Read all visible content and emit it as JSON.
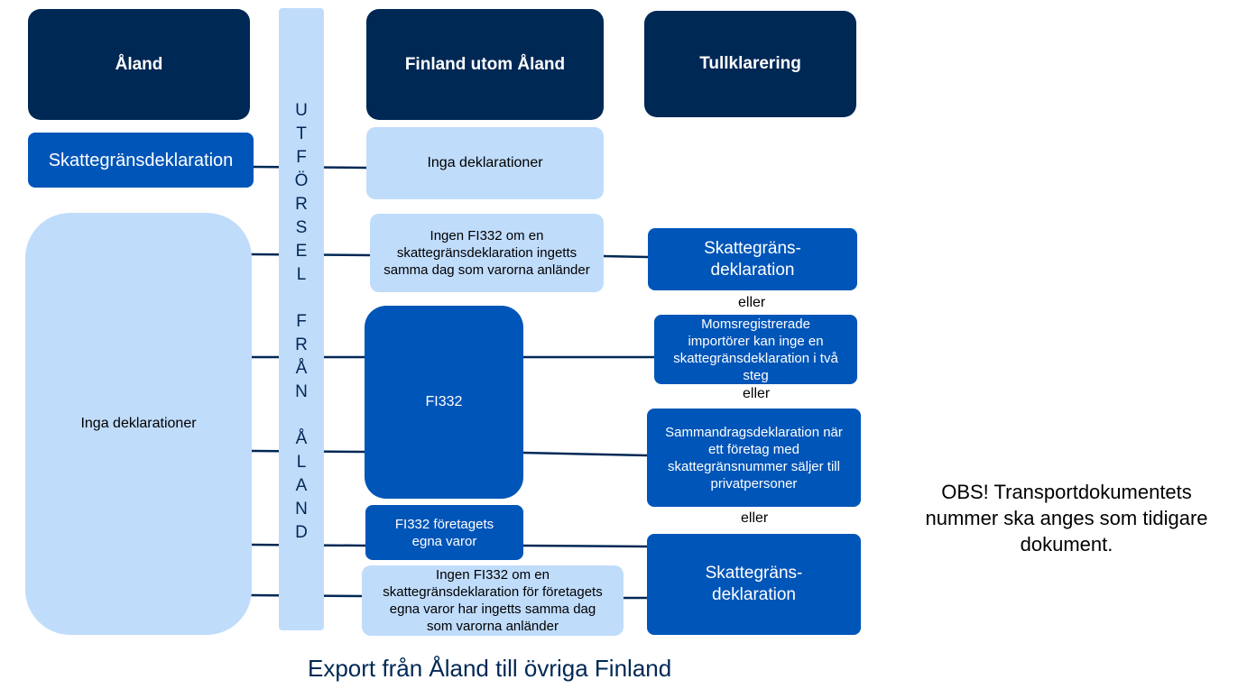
{
  "headers": {
    "aland": "Åland",
    "finland": "Finland utom Åland",
    "tullklarering": "Tullklarering"
  },
  "vertical_bar": {
    "letters": [
      "U",
      "T",
      "F",
      "Ö",
      "R",
      "S",
      "E",
      "L",
      "",
      "F",
      "R",
      "Å",
      "N",
      "",
      "Å",
      "L",
      "A",
      "N",
      "D"
    ]
  },
  "aland_column": {
    "skattegrans": "Skattegränsdeklaration",
    "inga": "Inga deklarationer"
  },
  "finland_column": {
    "inga": "Inga deklarationer",
    "ingen_fi332_1": "Ingen FI332 om en skattegränsdeklaration ingetts samma dag som varorna anländer",
    "fi332": "FI332",
    "fi332_egna": "FI332 företagets egna varor",
    "ingen_fi332_2": "Ingen FI332 om en skattegränsdeklaration för företagets egna varor har ingetts samma dag som varorna anländer"
  },
  "tull_column": {
    "skattegrans_1": "Skattegräns-deklaration",
    "moms": "Momsregistrerade importörer kan inge en skattegränsdeklaration i två steg",
    "sammandrag": "Sammandragsdeklaration när ett företag med skattegränsnummer säljer till privatpersoner",
    "skattegrans_2": "Skattegräns-deklaration",
    "eller_1": "eller",
    "eller_2": "eller",
    "eller_3": "eller"
  },
  "caption": "Export från Åland till övriga Finland",
  "note": "OBS! Transportdokumentets nummer ska anges som tidigare dokument.",
  "colors": {
    "dark": "#002855",
    "mid": "#0055b8",
    "light": "#c0dcfb",
    "connector": "#002855"
  }
}
